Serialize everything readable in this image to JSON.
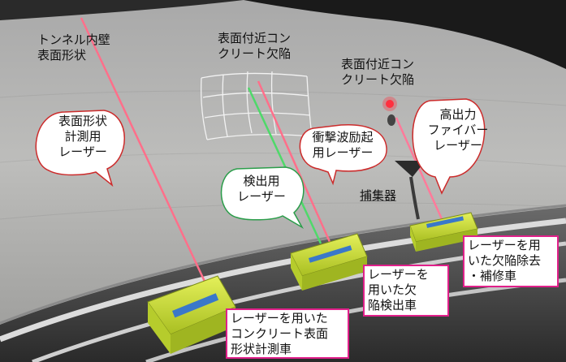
{
  "labels": {
    "tunnel_wall": "トンネル内壁\n表面形状",
    "defect_1": "表面付近コン\nクリート欠陥",
    "defect_2": "表面付近コン\nクリート欠陥",
    "collector": "捕集器"
  },
  "bubbles": {
    "measure_laser": "表面形状\n計測用\nレーザー",
    "detect_laser": "検出用\nレーザー",
    "shock_laser": "衝撃波励起\n用レーザー",
    "fiber_laser": "高出力\nファイバー\nレーザー"
  },
  "boxes": {
    "measure_vehicle": "レーザーを用いた\nコンクリート表面\n形状計測車",
    "detect_vehicle": "レーザーを\n用いた欠\n陥検出車",
    "repair_vehicle": "レーザーを用\nいた欠陥除去\n・補修車"
  },
  "colors": {
    "measure_beam": "#ff6f8a",
    "detect_beam": "#4fd96a",
    "fiber_beam": "#ff7a9a",
    "box_border": "#e0208a",
    "vehicle_body": "#c8dc3c"
  }
}
